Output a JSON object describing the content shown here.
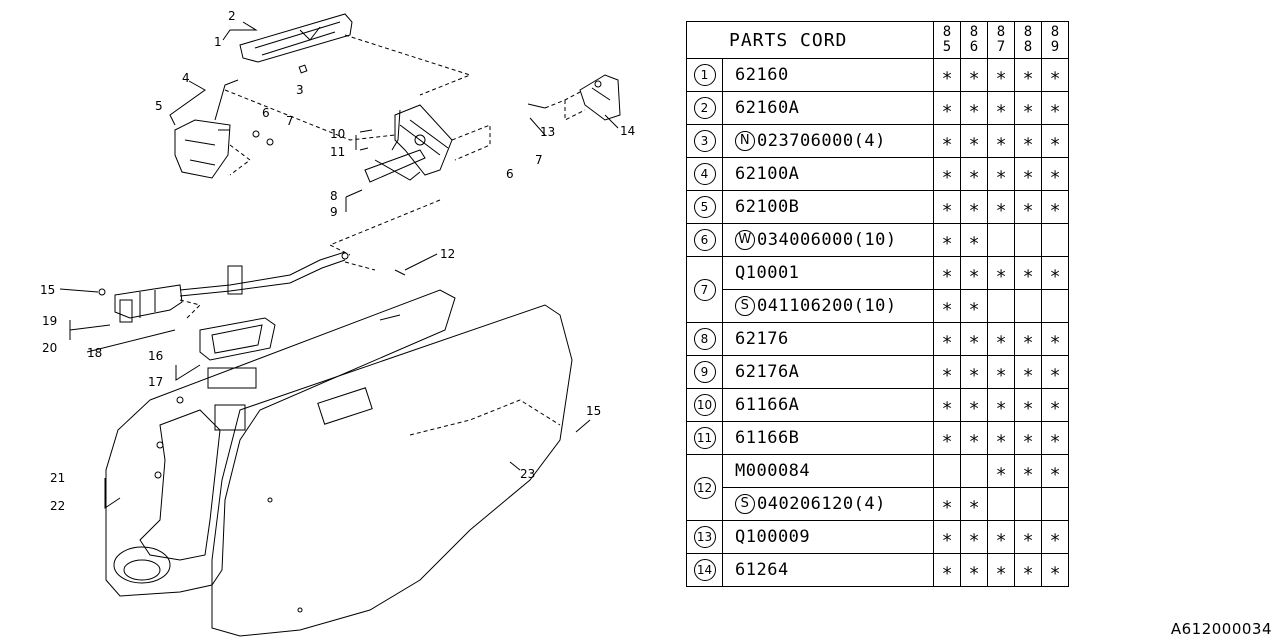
{
  "table": {
    "header": "PARTS CORD",
    "years": [
      [
        "8",
        "5"
      ],
      [
        "8",
        "6"
      ],
      [
        "8",
        "7"
      ],
      [
        "8",
        "8"
      ],
      [
        "8",
        "9"
      ]
    ],
    "mark": "∗",
    "rows": [
      {
        "index": "1",
        "entries": [
          {
            "code": "62160",
            "marks": [
              true,
              true,
              true,
              true,
              true
            ]
          }
        ]
      },
      {
        "index": "2",
        "entries": [
          {
            "code": "62160A",
            "marks": [
              true,
              true,
              true,
              true,
              true
            ]
          }
        ]
      },
      {
        "index": "3",
        "entries": [
          {
            "prefix": "N",
            "code": "023706000(4)",
            "marks": [
              true,
              true,
              true,
              true,
              true
            ]
          }
        ]
      },
      {
        "index": "4",
        "entries": [
          {
            "code": "62100A",
            "marks": [
              true,
              true,
              true,
              true,
              true
            ]
          }
        ]
      },
      {
        "index": "5",
        "entries": [
          {
            "code": "62100B",
            "marks": [
              true,
              true,
              true,
              true,
              true
            ]
          }
        ]
      },
      {
        "index": "6",
        "entries": [
          {
            "prefix": "W",
            "code": "034006000(10)",
            "marks": [
              true,
              true,
              false,
              false,
              false
            ]
          }
        ]
      },
      {
        "index": "7",
        "entries": [
          {
            "code": "Q10001",
            "marks": [
              true,
              true,
              true,
              true,
              true
            ]
          },
          {
            "prefix": "S",
            "code": "041106200(10)",
            "marks": [
              true,
              true,
              false,
              false,
              false
            ]
          }
        ]
      },
      {
        "index": "8",
        "entries": [
          {
            "code": "62176",
            "marks": [
              true,
              true,
              true,
              true,
              true
            ]
          }
        ]
      },
      {
        "index": "9",
        "entries": [
          {
            "code": "62176A",
            "marks": [
              true,
              true,
              true,
              true,
              true
            ]
          }
        ]
      },
      {
        "index": "10",
        "entries": [
          {
            "code": "61166A",
            "marks": [
              true,
              true,
              true,
              true,
              true
            ]
          }
        ]
      },
      {
        "index": "11",
        "entries": [
          {
            "code": "61166B",
            "marks": [
              true,
              true,
              true,
              true,
              true
            ]
          }
        ]
      },
      {
        "index": "12",
        "entries": [
          {
            "code": "M000084",
            "marks": [
              false,
              false,
              true,
              true,
              true
            ]
          },
          {
            "prefix": "S",
            "code": "040206120(4)",
            "marks": [
              true,
              true,
              false,
              false,
              false
            ]
          }
        ]
      },
      {
        "index": "13",
        "entries": [
          {
            "code": "Q100009",
            "marks": [
              true,
              true,
              true,
              true,
              true
            ]
          }
        ]
      },
      {
        "index": "14",
        "entries": [
          {
            "code": "61264",
            "marks": [
              true,
              true,
              true,
              true,
              true
            ]
          }
        ]
      }
    ]
  },
  "diagram": {
    "callouts": [
      "1",
      "2",
      "3",
      "4",
      "5",
      "6",
      "7",
      "10",
      "11",
      "8",
      "9",
      "6",
      "7",
      "13",
      "14",
      "12",
      "15",
      "19",
      "20",
      "18",
      "16",
      "17",
      "15",
      "21",
      "22",
      "23"
    ]
  },
  "reference_code": "A612000034"
}
